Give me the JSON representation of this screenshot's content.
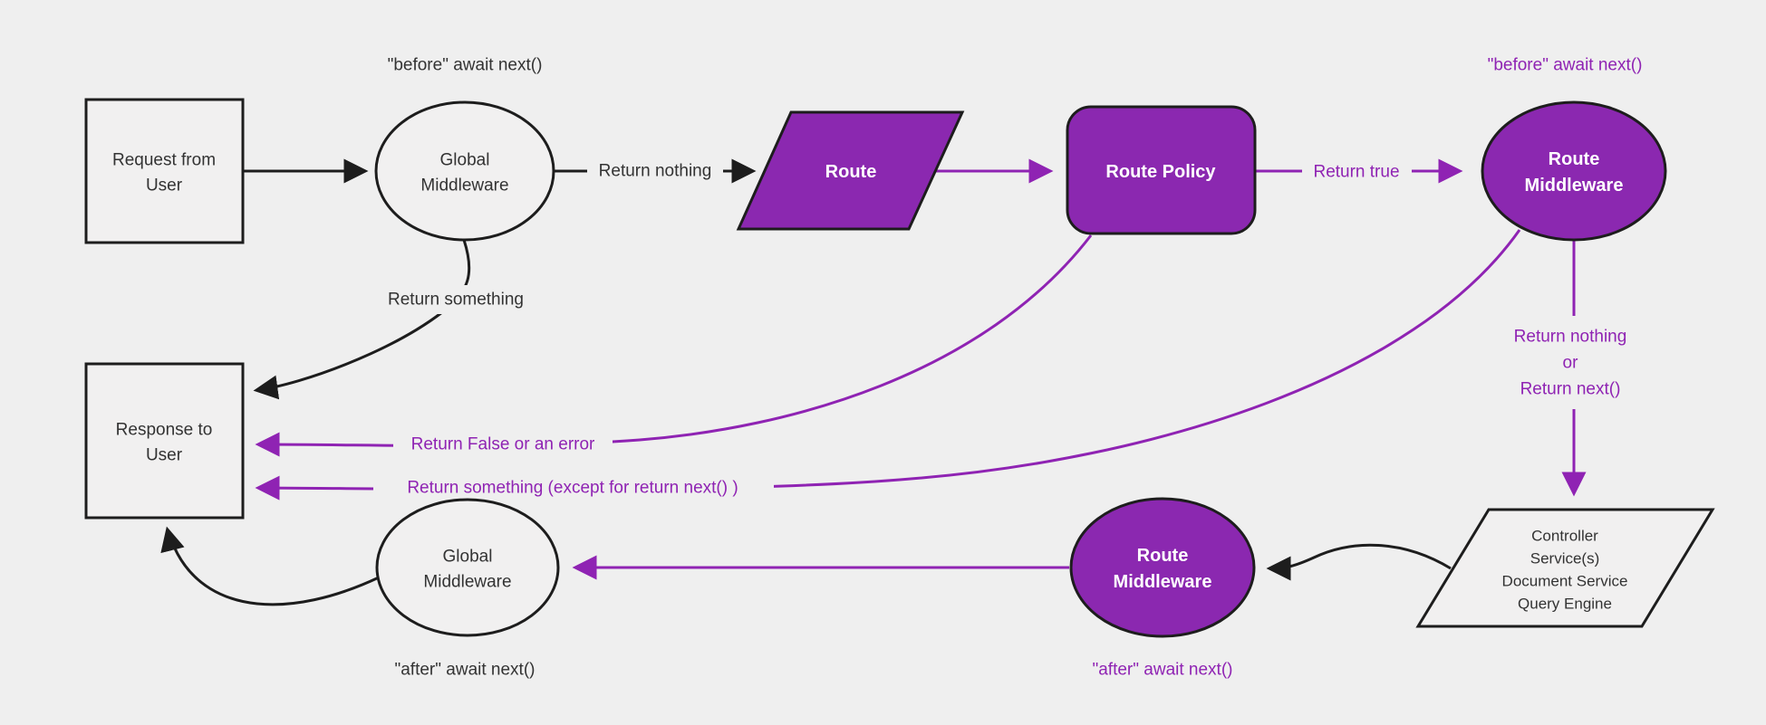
{
  "diagram": {
    "type": "flowchart",
    "title": "Request / middleware lifecycle flowchart"
  },
  "colors": {
    "background": "#efefef",
    "node_fill": "#f1f0f0",
    "stroke": "#1d1d1d",
    "purple_fill": "#8b28b0",
    "purple_line": "#8f23b3",
    "text_dark": "#333333"
  },
  "nodes": {
    "request_user": {
      "shape": "rectangle",
      "variant": "plain",
      "lines": [
        "Request from",
        "User"
      ]
    },
    "global_middleware_before": {
      "shape": "ellipse",
      "variant": "plain",
      "lines": [
        "Global",
        "Middleware"
      ]
    },
    "route": {
      "shape": "parallelogram",
      "variant": "purple",
      "lines": [
        "Route"
      ]
    },
    "route_policy": {
      "shape": "rounded-rectangle",
      "variant": "purple",
      "lines": [
        "Route Policy"
      ]
    },
    "route_middleware_before": {
      "shape": "ellipse",
      "variant": "purple",
      "lines": [
        "Route",
        "Middleware"
      ]
    },
    "controller_stack": {
      "shape": "parallelogram",
      "variant": "plain",
      "lines": [
        "Controller",
        "Service(s)",
        "Document Service",
        "Query Engine"
      ]
    },
    "route_middleware_after": {
      "shape": "ellipse",
      "variant": "purple",
      "lines": [
        "Route",
        "Middleware"
      ]
    },
    "global_middleware_after": {
      "shape": "ellipse",
      "variant": "plain",
      "lines": [
        "Global",
        "Middleware"
      ]
    },
    "response_user": {
      "shape": "rectangle",
      "variant": "plain",
      "lines": [
        "Response to",
        "User"
      ]
    }
  },
  "edge_labels": {
    "before_await_next_global": "\"before\" await next()",
    "return_nothing": "Return nothing",
    "return_something": "Return something",
    "return_true": "Return true",
    "before_await_next_route": "\"before\" await next()",
    "return_nothing_or": {
      "lines": [
        "Return nothing",
        "or",
        "Return next()"
      ]
    },
    "return_false_or_error": "Return False or an error",
    "return_something_except": "Return something (except for return next() )",
    "after_await_next_route": "\"after\" await next()",
    "after_await_next_global": "\"after\" await next()"
  }
}
